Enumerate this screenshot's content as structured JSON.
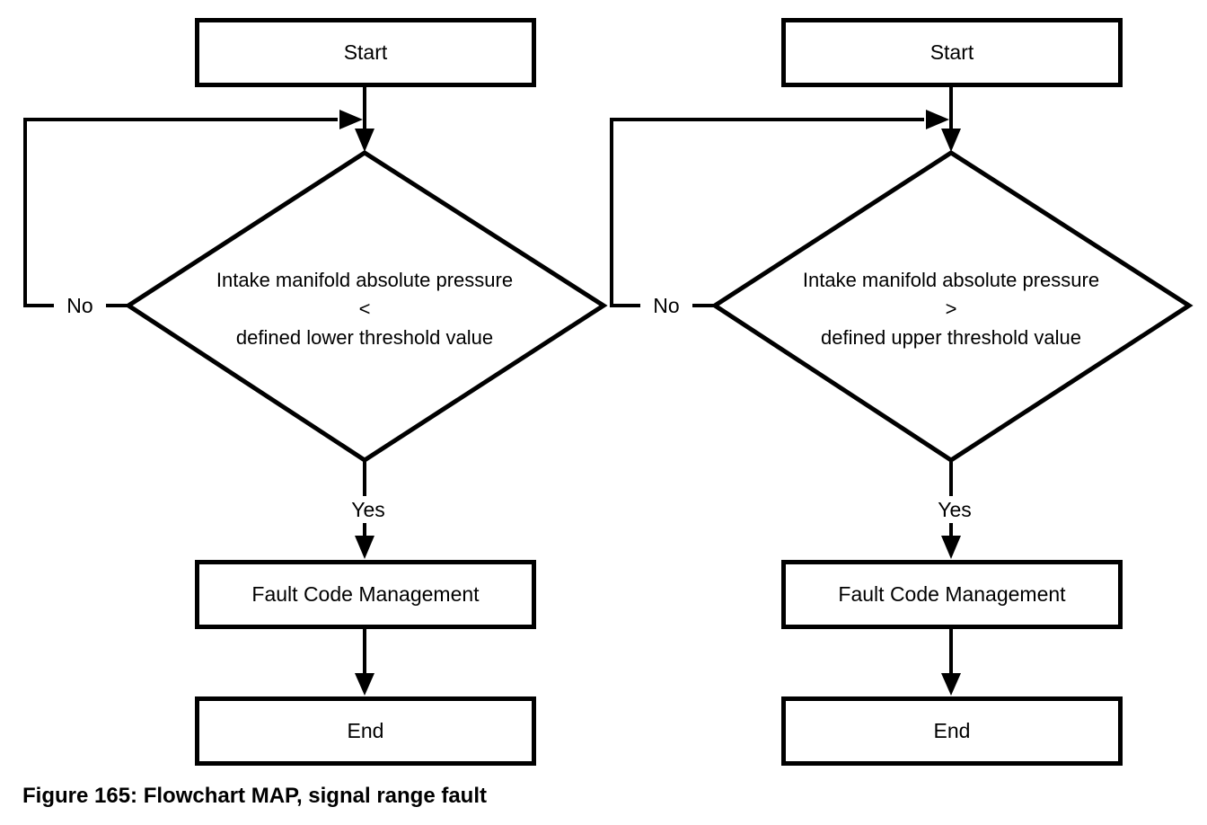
{
  "figure": {
    "caption": "Figure 165: Flowchart MAP, signal range fault"
  },
  "colors": {
    "line": "#000000",
    "background": "#ffffff"
  },
  "charts": [
    {
      "id": "map-lower-threshold",
      "nodes": {
        "start": "Start",
        "decision_line1": "Intake manifold absolute pressure",
        "decision_operator": "<",
        "decision_line2": "defined lower threshold value",
        "no_label": "No",
        "yes_label": "Yes",
        "process": "Fault Code Management",
        "end": "End"
      }
    },
    {
      "id": "map-upper-threshold",
      "nodes": {
        "start": "Start",
        "decision_line1": "Intake manifold absolute pressure",
        "decision_operator": ">",
        "decision_line2": "defined upper threshold value",
        "no_label": "No",
        "yes_label": "Yes",
        "process": "Fault Code Management",
        "end": "End"
      }
    }
  ]
}
